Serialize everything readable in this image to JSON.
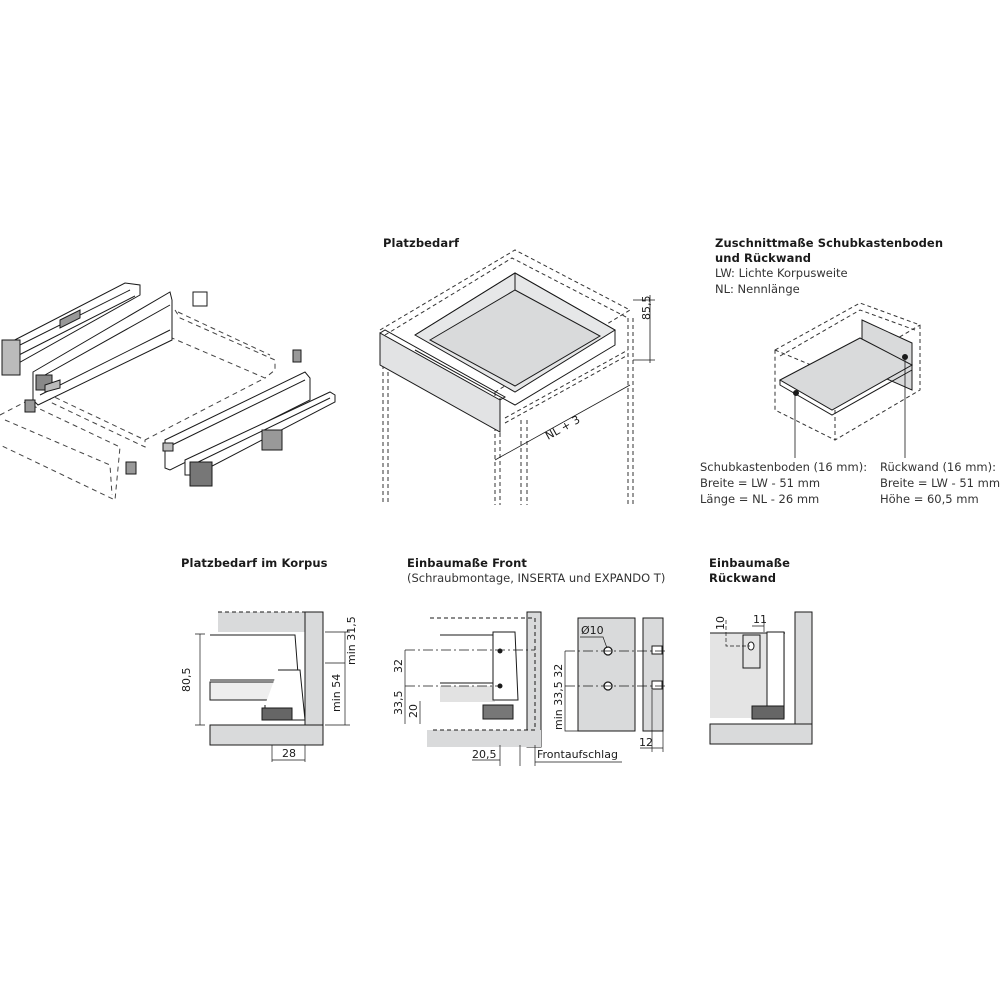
{
  "sections": {
    "platzbedarf": {
      "title": "Platzbedarf",
      "dim_height": "85,5",
      "dim_length": "NL + 3"
    },
    "zuschnitt": {
      "title_line1": "Zuschnittmaße Schubkastenboden",
      "title_line2": "und Rückwand",
      "legend_lw": "LW: Lichte Korpusweite",
      "legend_nl": "NL: Nennlänge",
      "boden": {
        "label": "Schubkastenboden (16 mm):",
        "breite": "Breite = LW - 51 mm",
        "laenge": "Länge = NL - 26 mm"
      },
      "rueckwand": {
        "label": "Rückwand (16 mm):",
        "breite": "Breite = LW - 51 mm",
        "hoehe": "Höhe = 60,5 mm"
      }
    },
    "korpus": {
      "title": "Platzbedarf im Korpus",
      "dim_total": "80,5",
      "dim_top": "min 31,5",
      "dim_bottom": "min 54",
      "dim_depth": "28"
    },
    "front": {
      "title": "Einbaumaße Front",
      "subtitle": "(Schraubmontage, INSERTA und EXPANDO T)",
      "dim_32": "32",
      "dim_335": "33,5",
      "dim_20": "20",
      "dim_205": "20,5",
      "frontaufschlag": "Frontaufschlag",
      "dim_min": "min 33,5 32",
      "dim_diameter": "Ø10",
      "dim_12": "12"
    },
    "rueckwand_einbau": {
      "title_line1": "Einbaumaße",
      "title_line2": "Rückwand",
      "dim_10": "10",
      "dim_11": "11"
    }
  },
  "colors": {
    "panel_gray": "#d9dadb",
    "line": "#1a1a1a",
    "dashed": "#333333"
  }
}
